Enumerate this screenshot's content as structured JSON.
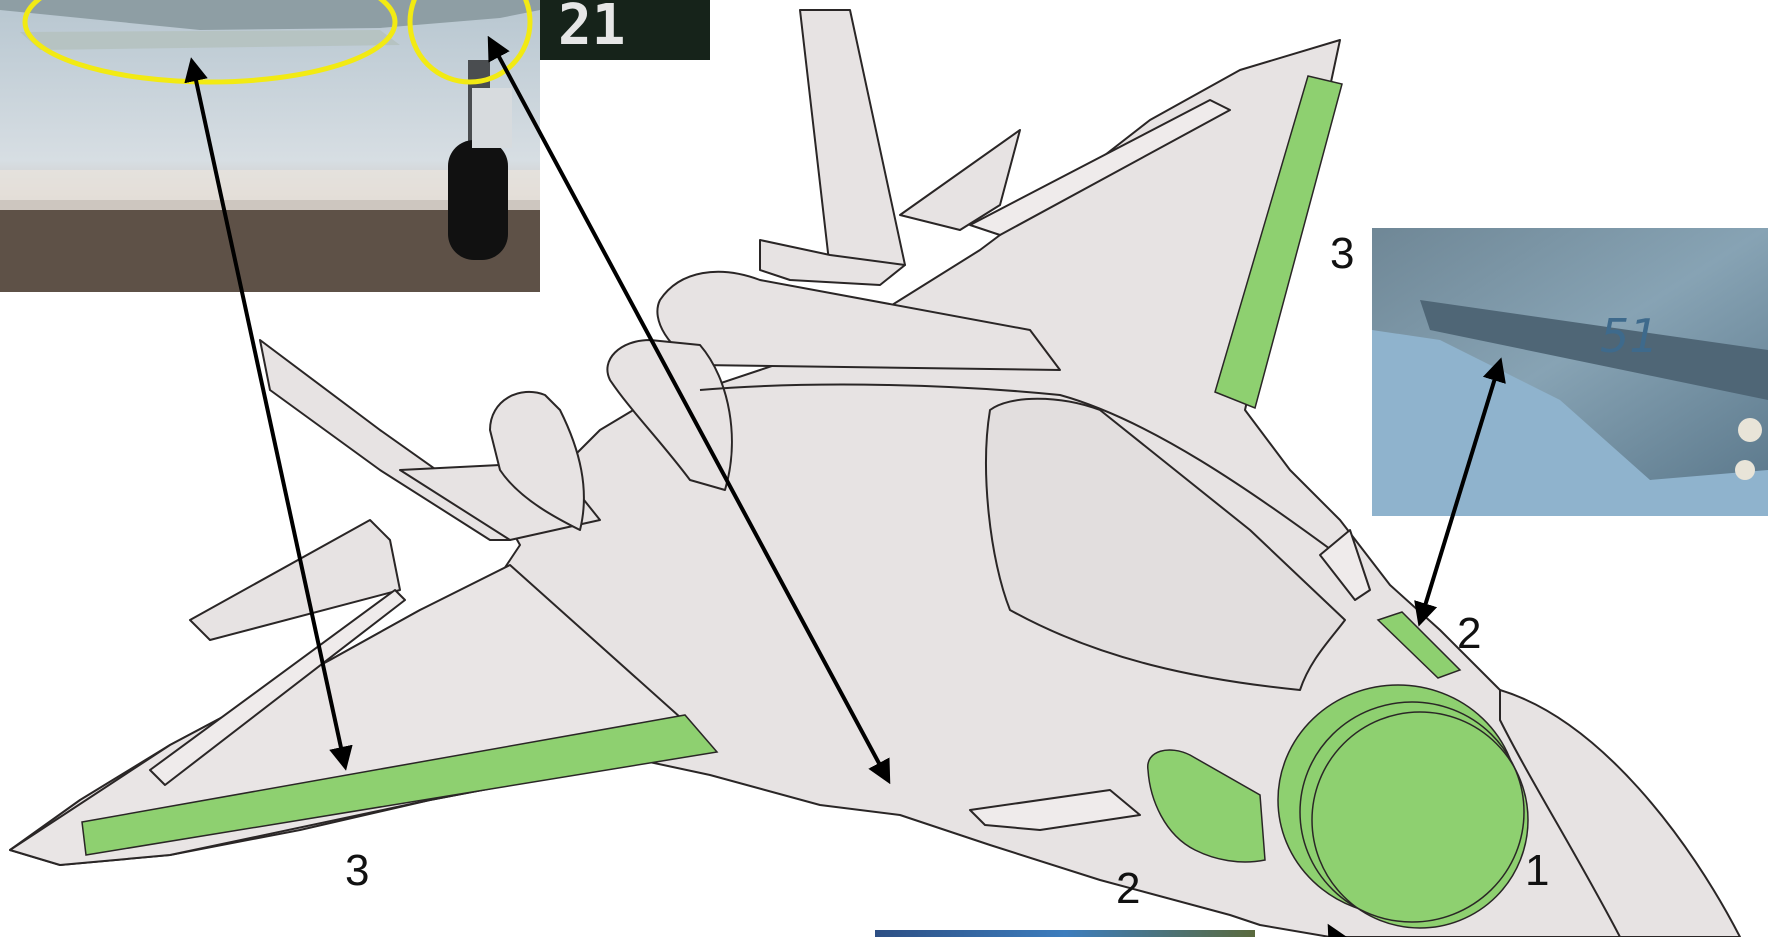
{
  "labels": {
    "radar_nose": "1",
    "cheek_forward": "2",
    "cheek_lower": "2",
    "wing_leading_upper": "3",
    "wing_leading_lower": "3"
  },
  "photos": {
    "top_left_tail_number": "21",
    "right_tail_number": "51"
  },
  "caption": "",
  "colors": {
    "antenna_green": "#8ed070",
    "airframe_fill": "#e7e3e3",
    "outline": "#2a2626",
    "highlight_ring": "#f2ea13",
    "arrow": "#000000"
  }
}
